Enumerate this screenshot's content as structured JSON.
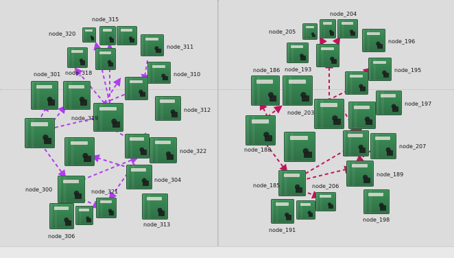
{
  "left_pane": {
    "nodes": [
      {
        "id": "node_320",
        "label": "node_320"
      },
      {
        "id": "node_315",
        "label": "node_315"
      },
      {
        "id": "node_311",
        "label": "node_311"
      },
      {
        "id": "node_301",
        "label": "node_301"
      },
      {
        "id": "node_318",
        "label": "node_318"
      },
      {
        "id": "node_310",
        "label": "node_310"
      },
      {
        "id": "node_312",
        "label": "node_312"
      },
      {
        "id": "node_319",
        "label": "node_319"
      },
      {
        "id": "node_322",
        "label": "node_322"
      },
      {
        "id": "node_304",
        "label": "node_304"
      },
      {
        "id": "node_300",
        "label": "node_300"
      },
      {
        "id": "node_321",
        "label": "node_321"
      },
      {
        "id": "node_306",
        "label": "node_306"
      },
      {
        "id": "node_313",
        "label": "node_313"
      }
    ]
  },
  "right_pane": {
    "nodes": [
      {
        "id": "node_204",
        "label": "node_204"
      },
      {
        "id": "node_205",
        "label": "node_205"
      },
      {
        "id": "node_196",
        "label": "node_196"
      },
      {
        "id": "node_186",
        "label": "node_186"
      },
      {
        "id": "node_193",
        "label": "node_193"
      },
      {
        "id": "node_195",
        "label": "node_195"
      },
      {
        "id": "node_197",
        "label": "node_197"
      },
      {
        "id": "node_203",
        "label": "node_203"
      },
      {
        "id": "node_188",
        "label": "node_188"
      },
      {
        "id": "node_207",
        "label": "node_207"
      },
      {
        "id": "node_185",
        "label": "node_185"
      },
      {
        "id": "node_189",
        "label": "node_189"
      },
      {
        "id": "node_206",
        "label": "node_206"
      },
      {
        "id": "node_191",
        "label": "node_191"
      },
      {
        "id": "node_198",
        "label": "node_198"
      }
    ]
  },
  "colors": {
    "edge_left": "#b23bf0",
    "edge_right": "#c0145a",
    "pane_bg": "#dcdcdc"
  }
}
